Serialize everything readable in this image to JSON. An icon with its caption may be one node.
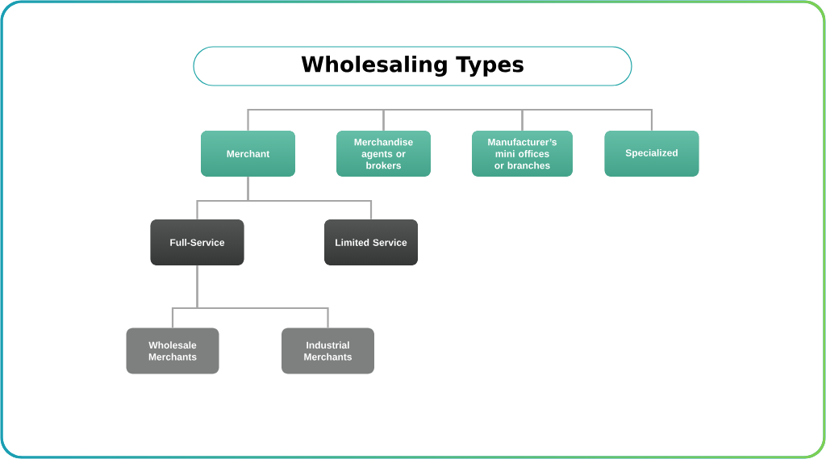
{
  "diagram": {
    "title": "Wholesaling Types",
    "nodes": [
      {
        "text": [
          "Merchant"
        ]
      },
      {
        "text": [
          "Merchandise agents or brokers"
        ]
      },
      {
        "text": [
          "Manufacturer’s mini offices or branches"
        ]
      },
      {
        "text": [
          "Specialized"
        ]
      },
      {
        "text": [
          "Full-Service"
        ]
      },
      {
        "text": [
          "Limited Service"
        ]
      },
      {
        "text": [
          "Wholesale Merchants"
        ]
      },
      {
        "text": [
          "Industrial Merchants"
        ]
      }
    ],
    "edges": [
      {
        "from": 0,
        "to": 1,
        "arrow": "none"
      },
      {
        "from": 1,
        "to": 2,
        "arrow": "none"
      },
      {
        "from": 2,
        "to": 3,
        "arrow": "none"
      },
      {
        "from": 0,
        "to": 4,
        "arrow": "none"
      },
      {
        "from": 0,
        "to": 5,
        "arrow": "none"
      },
      {
        "from": 4,
        "to": 6,
        "arrow": "none"
      },
      {
        "from": 4,
        "to": 7,
        "arrow": "none"
      }
    ]
  }
}
